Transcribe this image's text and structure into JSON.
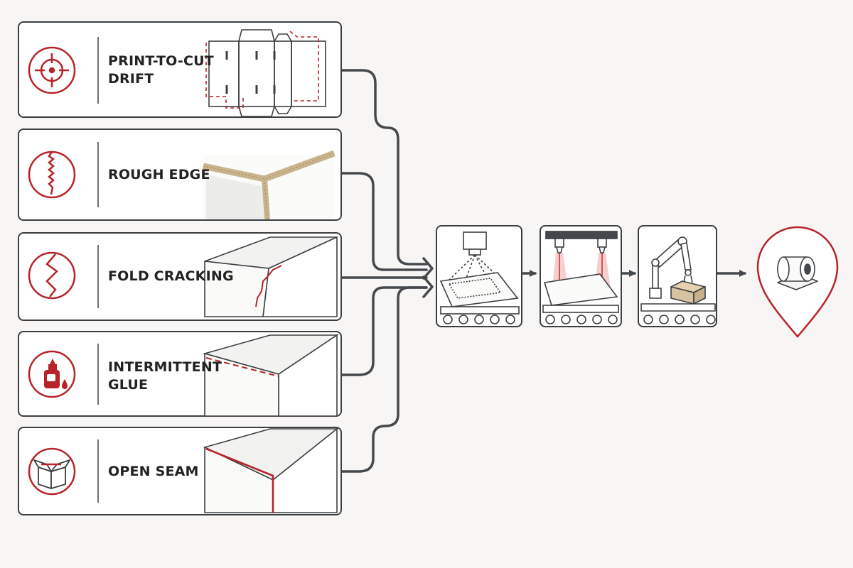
{
  "colors": {
    "accent": "#b8232a",
    "line": "#45494d",
    "card_border": "#3c3f42",
    "background": "#f7f6f4",
    "cardboard": "#d8c3a0"
  },
  "defects": [
    {
      "lines": [
        "PRINT-TO-CUT",
        "DRIFT"
      ],
      "icon": "crosshair-icon"
    },
    {
      "lines": [
        "ROUGH EDGE"
      ],
      "icon": "rough-edge-icon"
    },
    {
      "lines": [
        "FOLD CRACKING"
      ],
      "icon": "fold-crack-icon"
    },
    {
      "lines": [
        "INTERMITTENT",
        "GLUE"
      ],
      "icon": "glue-bottle-icon"
    },
    {
      "lines": [
        "OPEN SEAM"
      ],
      "icon": "open-box-icon"
    }
  ],
  "process_stages": [
    {
      "name": "camera-inspection-stage",
      "icon": "camera-inspection-icon"
    },
    {
      "name": "laser-nozzle-stage",
      "icon": "laser-nozzle-icon"
    },
    {
      "name": "robotic-arm-stage",
      "icon": "robot-arm-icon"
    }
  ],
  "destination": {
    "icon": "paper-roll-location-pin-icon"
  }
}
